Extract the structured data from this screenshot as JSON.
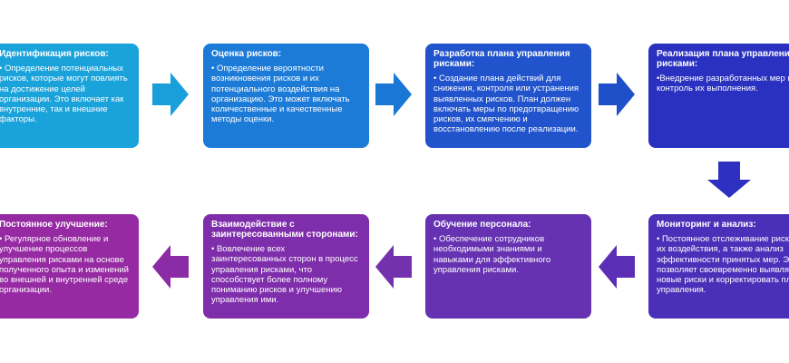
{
  "steps": [
    {
      "title": "Идентификация рисков:",
      "body": "• Определение потенциальных рисков, которые могут повлиять на достижение целей организации. Это включает как внутренние, так и внешние факторы.",
      "color": "#1aa2db"
    },
    {
      "title": "Оценка рисков:",
      "body": "• Определение вероятности возникновения рисков и их потенциального воздействия на организацию. Это может включать количественные и качественные методы оценки.",
      "color": "#1d7bd8"
    },
    {
      "title": "Разработка плана управления рисками:",
      "body": "• Создание плана действий для снижения, контроля или устранения выявленных рисков. План должен включать меры по предотвращению рисков, их смягчению и восстановлению после реализации.",
      "color": "#2154cc"
    },
    {
      "title": "Реализация плана управления рисками:",
      "body": "•Внедрение разработанных мер и контроль их выполнения.",
      "color": "#2a31c0"
    },
    {
      "title": "Мониторинг и анализ:",
      "body": "• Постоянное отслеживание рисков и их воздействия, а также анализ эффективности принятых мер. Это позволяет своевременно выявлять новые риски и корректировать план управления.",
      "color": "#4a2fb8"
    },
    {
      "title": "Обучение персонала:",
      "body": "• Обеспечение сотрудников необходимыми знаниями и навыками для эффективного управления рисками.",
      "color": "#6632b2"
    },
    {
      "title": "Взаимодействие с заинтересованными сторонами:",
      "body": "• Вовлечение всех заинтересованных сторон в процесс управления рисками, что способствует более полному пониманию рисков и улучшению управления ими.",
      "color": "#7f2eab"
    },
    {
      "title": "Постоянное улучшение:",
      "body": "• Регулярное обновление и улучшение процессов управления рисками на основе полученного опыта и изменений во внешней и внутренней среде организации.",
      "color": "#962aa2"
    }
  ],
  "arrow_colors": {
    "a1": "#19a0db",
    "a2": "#1a77d6",
    "a3": "#2050c9",
    "a4": "#2d30c0",
    "a5": "#5a2fb6",
    "a6": "#7431ae",
    "a7": "#8c2ba6"
  }
}
